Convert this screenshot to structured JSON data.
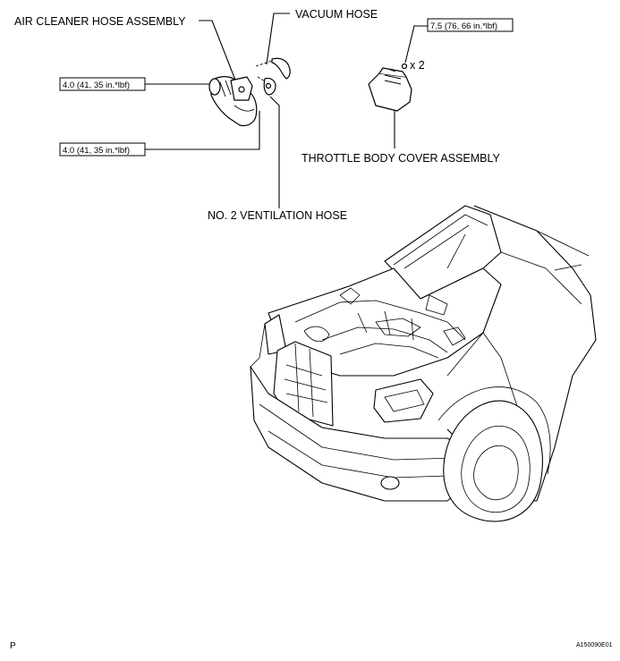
{
  "labels": {
    "air_cleaner_hose_assembly": "AIR CLEANER HOSE ASSEMBLY",
    "vacuum_hose": "VACUUM HOSE",
    "throttle_body_cover_assembly": "THROTTLE BODY COVER ASSEMBLY",
    "no2_ventilation_hose": "NO. 2 VENTILATION HOSE"
  },
  "torque_specs": {
    "air_cleaner_upper": "4.0 (41, 35 in.*lbf)",
    "air_cleaner_lower": "4.0 (41, 35 in.*lbf)",
    "throttle_cover": "7.5 (76, 66 in.*lbf)"
  },
  "quantity": "x 2",
  "footer": {
    "left_mark": "P",
    "figure_id": "A150090E01"
  }
}
